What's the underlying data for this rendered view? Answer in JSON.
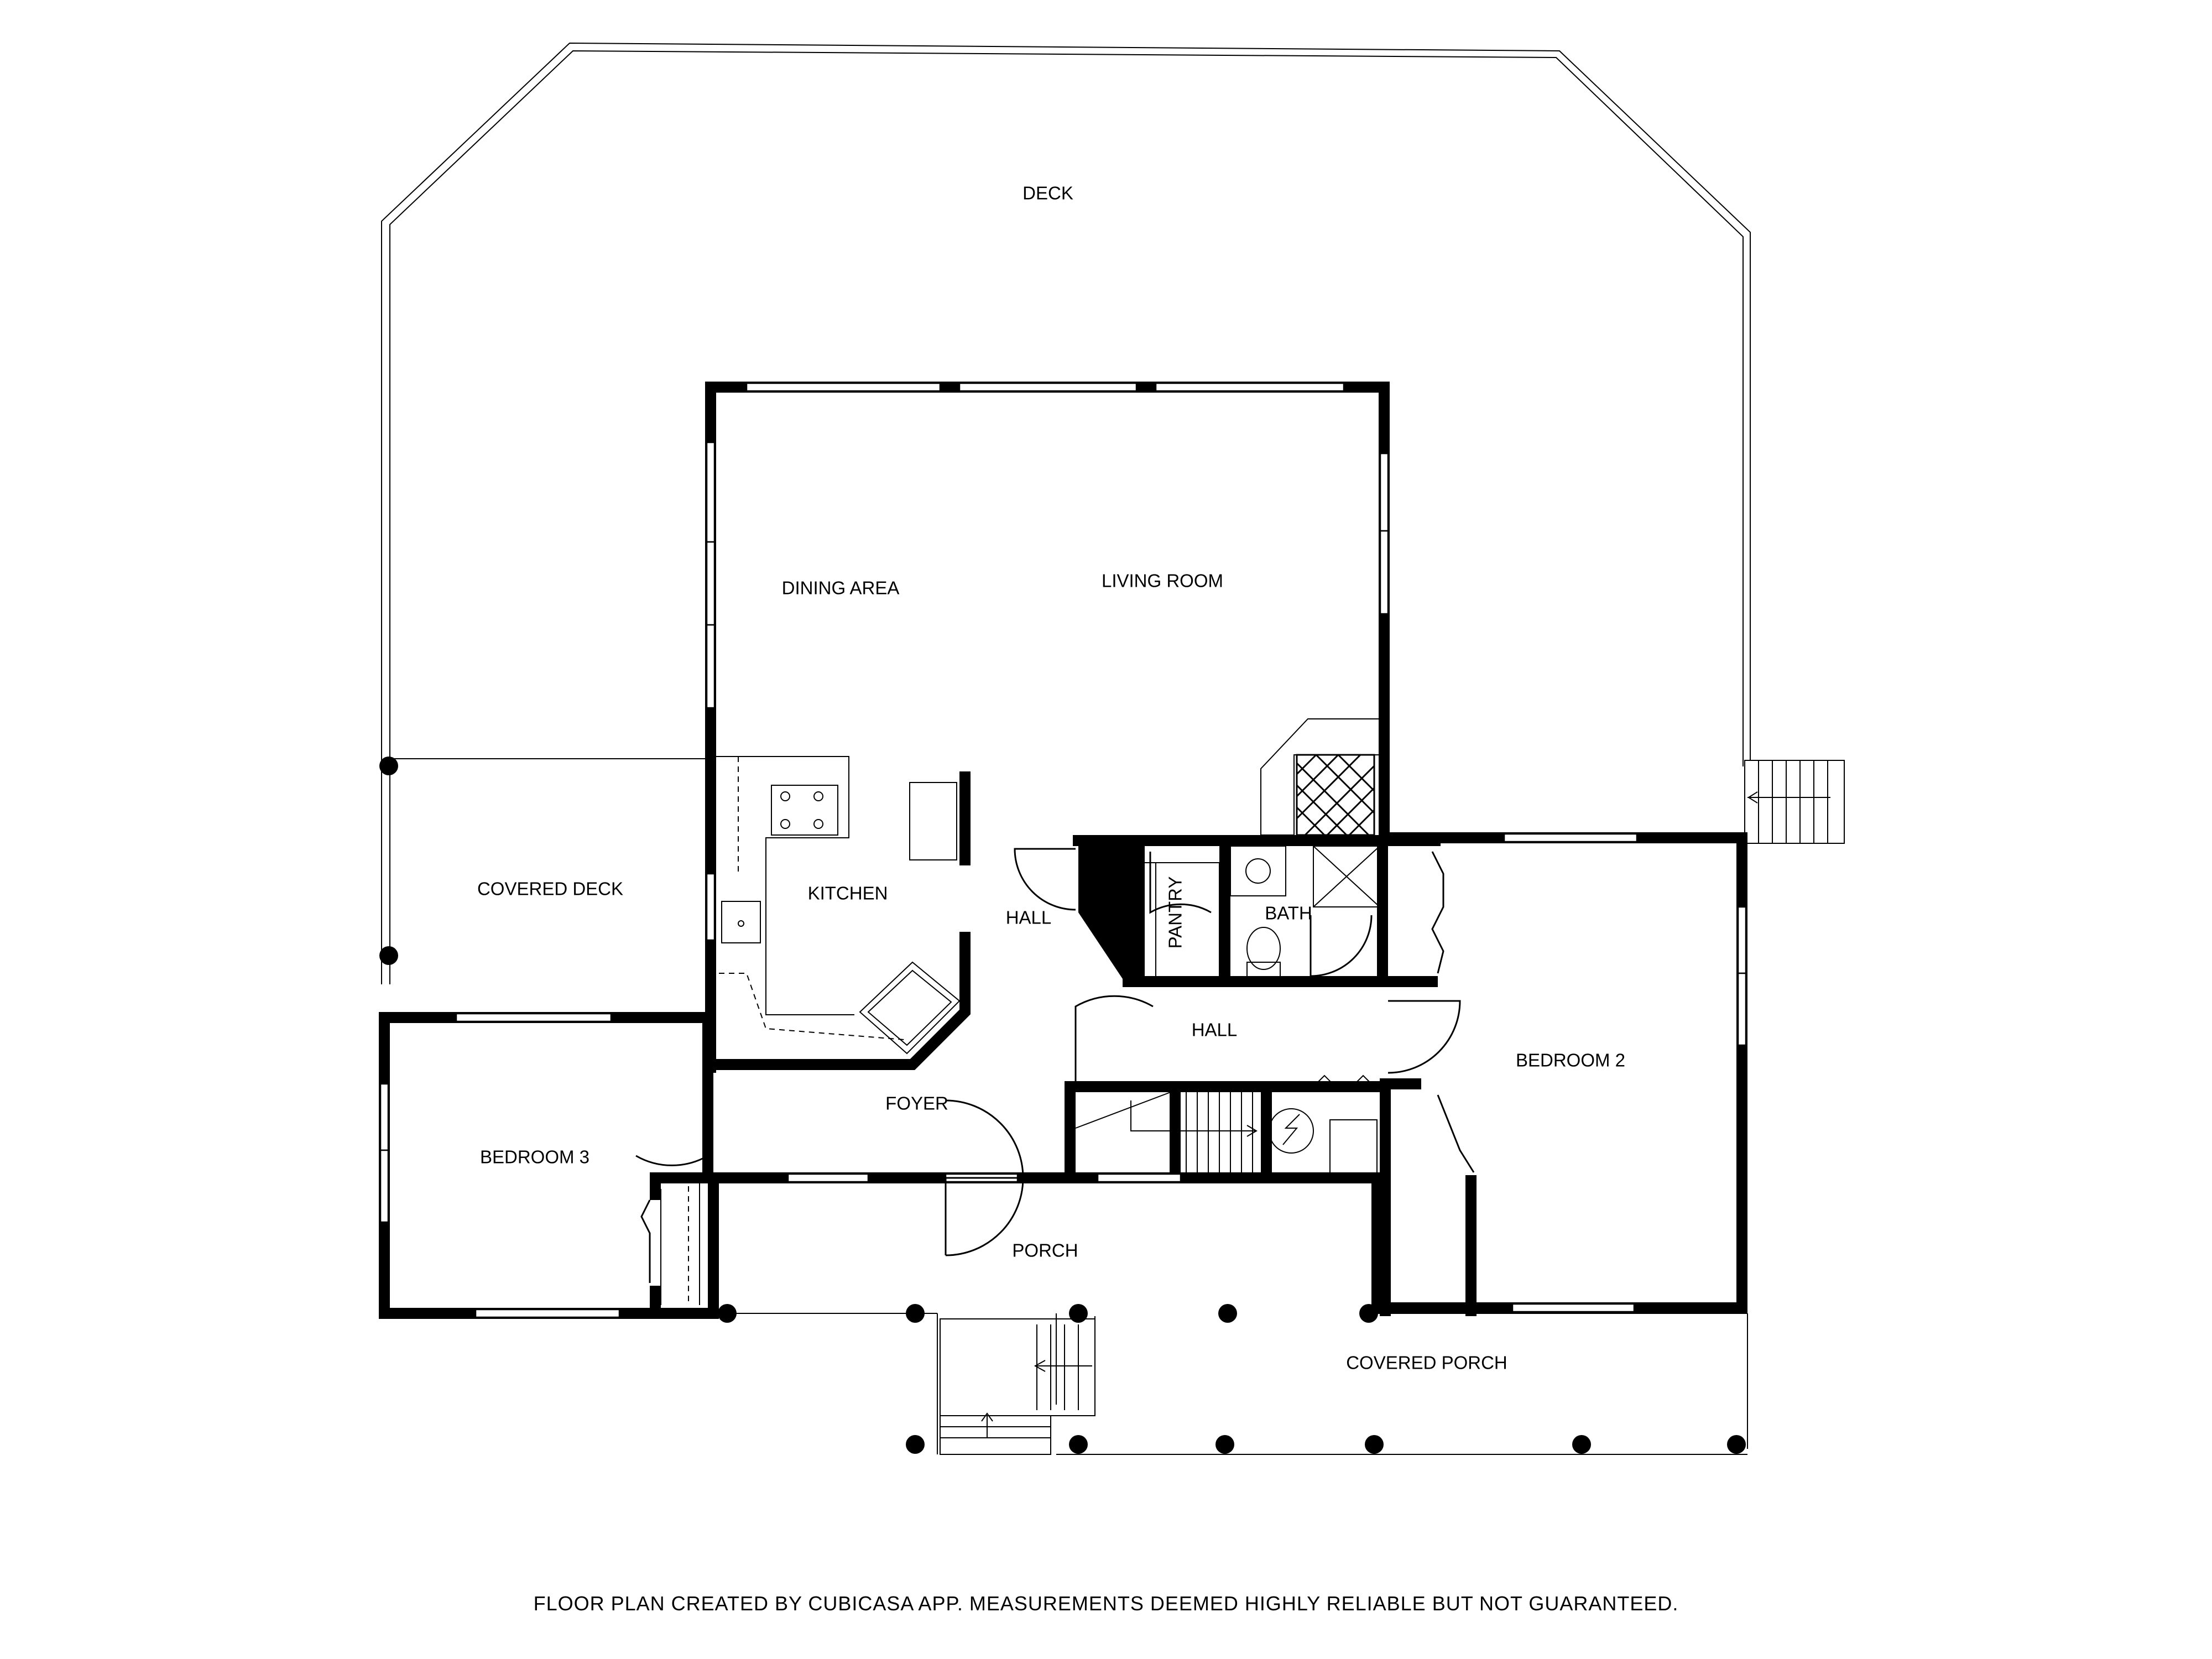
{
  "rooms": {
    "deck": "DECK",
    "dining_area": "DINING AREA",
    "living_room": "LIVING ROOM",
    "covered_deck": "COVERED DECK",
    "kitchen": "KITCHEN",
    "hall_upper": "HALL",
    "pantry": "PANTRY",
    "bath": "BATH",
    "hall_lower": "HALL",
    "bedroom_2": "BEDROOM 2",
    "foyer": "FOYER",
    "bedroom_3": "BEDROOM 3",
    "porch": "PORCH",
    "covered_porch": "COVERED PORCH"
  },
  "footer": {
    "disclaimer": "FLOOR PLAN CREATED BY CUBICASA APP. MEASUREMENTS DEEMED HIGHLY RELIABLE BUT NOT GUARANTEED."
  },
  "colors": {
    "wall": "#000000",
    "background": "#ffffff"
  }
}
